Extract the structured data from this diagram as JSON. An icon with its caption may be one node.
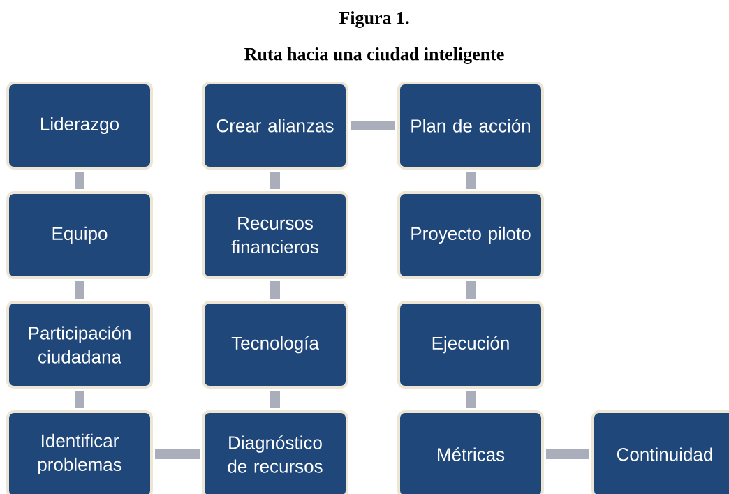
{
  "diagram": {
    "title": "Figura 1.",
    "caption": "Ruta hacia una ciudad inteligente",
    "nodes": [
      {
        "text": [
          "Liderazgo"
        ]
      },
      {
        "text": [
          "Equipo"
        ]
      },
      {
        "text": [
          "Participación ciudadana"
        ]
      },
      {
        "text": [
          "Identificar problemas"
        ]
      },
      {
        "text": [
          "Crear alianzas"
        ]
      },
      {
        "text": [
          "Recursos financieros"
        ]
      },
      {
        "text": [
          "Tecnología"
        ]
      },
      {
        "text": [
          "Diagnóstico de recursos"
        ]
      },
      {
        "text": [
          "Plan de acción"
        ]
      },
      {
        "text": [
          "Proyecto piloto"
        ]
      },
      {
        "text": [
          "Ejecución"
        ]
      },
      {
        "text": [
          "Métricas"
        ]
      },
      {
        "text": [
          "Continuidad"
        ]
      }
    ],
    "edges": [
      {
        "from": 0,
        "to": 1,
        "arrow": "none"
      },
      {
        "from": 1,
        "to": 2,
        "arrow": "none"
      },
      {
        "from": 2,
        "to": 3,
        "arrow": "none"
      },
      {
        "from": 3,
        "to": 7,
        "arrow": "none"
      },
      {
        "from": 7,
        "to": 6,
        "arrow": "none"
      },
      {
        "from": 6,
        "to": 5,
        "arrow": "none"
      },
      {
        "from": 5,
        "to": 4,
        "arrow": "none"
      },
      {
        "from": 4,
        "to": 8,
        "arrow": "none"
      },
      {
        "from": 8,
        "to": 9,
        "arrow": "none"
      },
      {
        "from": 9,
        "to": 10,
        "arrow": "none"
      },
      {
        "from": 10,
        "to": 11,
        "arrow": "none"
      },
      {
        "from": 11,
        "to": 12,
        "arrow": "none"
      }
    ]
  }
}
